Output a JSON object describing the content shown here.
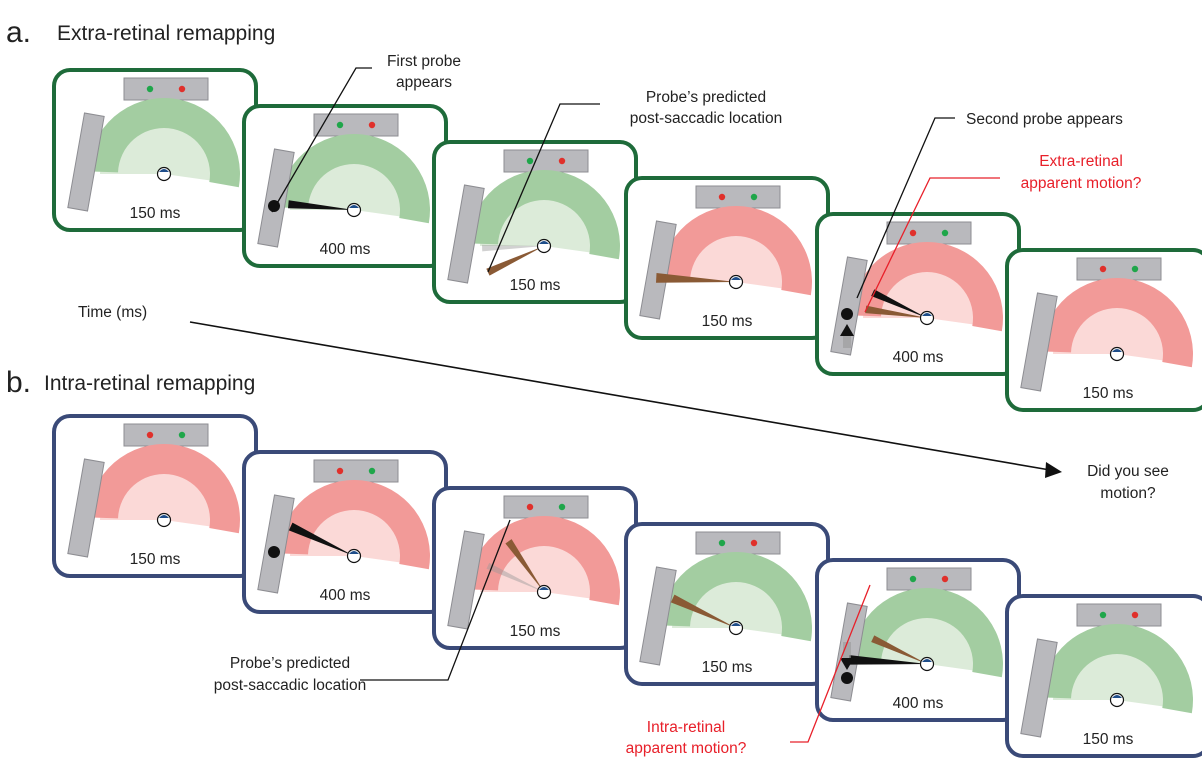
{
  "panel_a": {
    "letter": "a.",
    "title": "Extra-retinal remapping",
    "frames": [
      {
        "duration": "150 ms",
        "targets": [
          "green",
          "red"
        ],
        "arc": "green"
      },
      {
        "duration": "400 ms",
        "targets": [
          "green",
          "red"
        ],
        "arc": "green"
      },
      {
        "duration": "150 ms",
        "targets": [
          "green",
          "red"
        ],
        "arc": "green"
      },
      {
        "duration": "150 ms",
        "targets": [
          "red",
          "green"
        ],
        "arc": "red"
      },
      {
        "duration": "400 ms",
        "targets": [
          "red",
          "green"
        ],
        "arc": "red"
      },
      {
        "duration": "150 ms",
        "targets": [
          "red",
          "green"
        ],
        "arc": "red"
      }
    ],
    "annotations": {
      "first_probe": [
        "First probe",
        "appears"
      ],
      "predicted": [
        "Probe’s predicted",
        "post-saccadic location"
      ],
      "second_probe": "Second probe appears",
      "apparent_motion": [
        "Extra-retinal",
        "apparent motion?"
      ]
    }
  },
  "panel_b": {
    "letter": "b.",
    "title": "Intra-retinal remapping",
    "frames": [
      {
        "duration": "150 ms",
        "targets": [
          "red",
          "green"
        ],
        "arc": "red"
      },
      {
        "duration": "400 ms",
        "targets": [
          "red",
          "green"
        ],
        "arc": "red"
      },
      {
        "duration": "150 ms",
        "targets": [
          "red",
          "green"
        ],
        "arc": "red"
      },
      {
        "duration": "150 ms",
        "targets": [
          "green",
          "red"
        ],
        "arc": "green"
      },
      {
        "duration": "400 ms",
        "targets": [
          "green",
          "red"
        ],
        "arc": "green"
      },
      {
        "duration": "150 ms",
        "targets": [
          "green",
          "red"
        ],
        "arc": "green"
      }
    ],
    "annotations": {
      "predicted": [
        "Probe’s predicted",
        "post-saccadic location"
      ],
      "apparent_motion": [
        "Intra-retinal",
        "apparent motion?"
      ]
    }
  },
  "time_label": "Time (ms)",
  "question": [
    "Did you see",
    "motion?"
  ],
  "colors": {
    "frame_a": "#1e6b3a",
    "frame_b": "#3a4a78",
    "arc_green": "#a3cda1",
    "arc_green_light": "#dcebd9",
    "arc_red": "#f29a98",
    "arc_red_light": "#fbd9d7",
    "probe_brown": "#8a5a35",
    "annotation_red": "#e8202a",
    "bar_gray": "#b9b9bd"
  }
}
